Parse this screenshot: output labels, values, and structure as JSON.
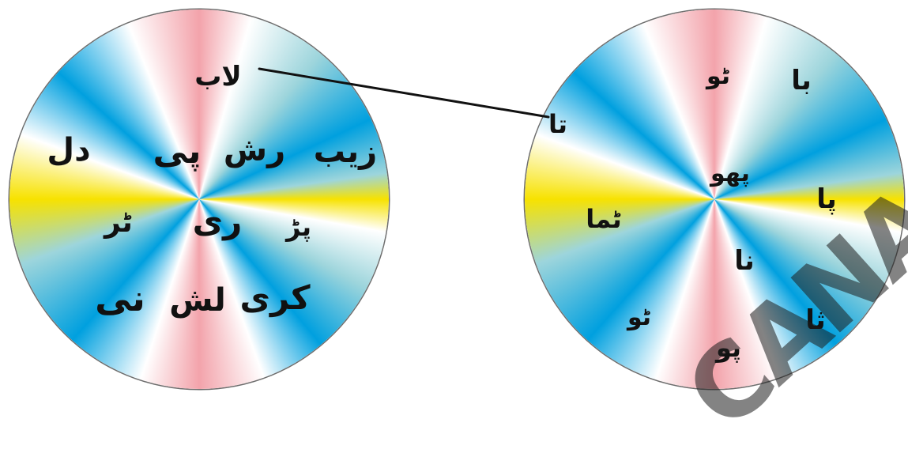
{
  "colors": {
    "yellow": "#f7e200",
    "pink": "#f3a3ab",
    "blue": "#00a0df",
    "cyan": "#9dd5dc",
    "white": "#ffffff",
    "rim": "#6e6e6e",
    "text": "#111111",
    "line": "#111111",
    "watermark": "#1e1e1e"
  },
  "left_disc": {
    "words": [
      {
        "id": "laab",
        "text": "لاب"
      },
      {
        "id": "zeb",
        "text": "زیب"
      },
      {
        "id": "rush",
        "text": "رش"
      },
      {
        "id": "pi",
        "text": "پی"
      },
      {
        "id": "dil",
        "text": "دل"
      },
      {
        "id": "tar",
        "text": "ٹر"
      },
      {
        "id": "ri",
        "text": "ری"
      },
      {
        "id": "parh",
        "text": "پڑ"
      },
      {
        "id": "ni",
        "text": "نی"
      },
      {
        "id": "lash",
        "text": "لش"
      },
      {
        "id": "kari",
        "text": "کری"
      }
    ]
  },
  "right_disc": {
    "words": [
      {
        "id": "ba",
        "text": "با"
      },
      {
        "id": "to1",
        "text": "ٹو"
      },
      {
        "id": "ta",
        "text": "تا"
      },
      {
        "id": "phu",
        "text": "پھو"
      },
      {
        "id": "pa",
        "text": "پا"
      },
      {
        "id": "tama",
        "text": "ٹما"
      },
      {
        "id": "na",
        "text": "نا"
      },
      {
        "id": "to2",
        "text": "ٹو"
      },
      {
        "id": "sha",
        "text": "ثا"
      },
      {
        "id": "po",
        "text": "پو"
      }
    ]
  },
  "connector": {
    "from": "left_disc.laab",
    "to": "right_disc.ta"
  },
  "watermark": {
    "text": "CANA"
  }
}
